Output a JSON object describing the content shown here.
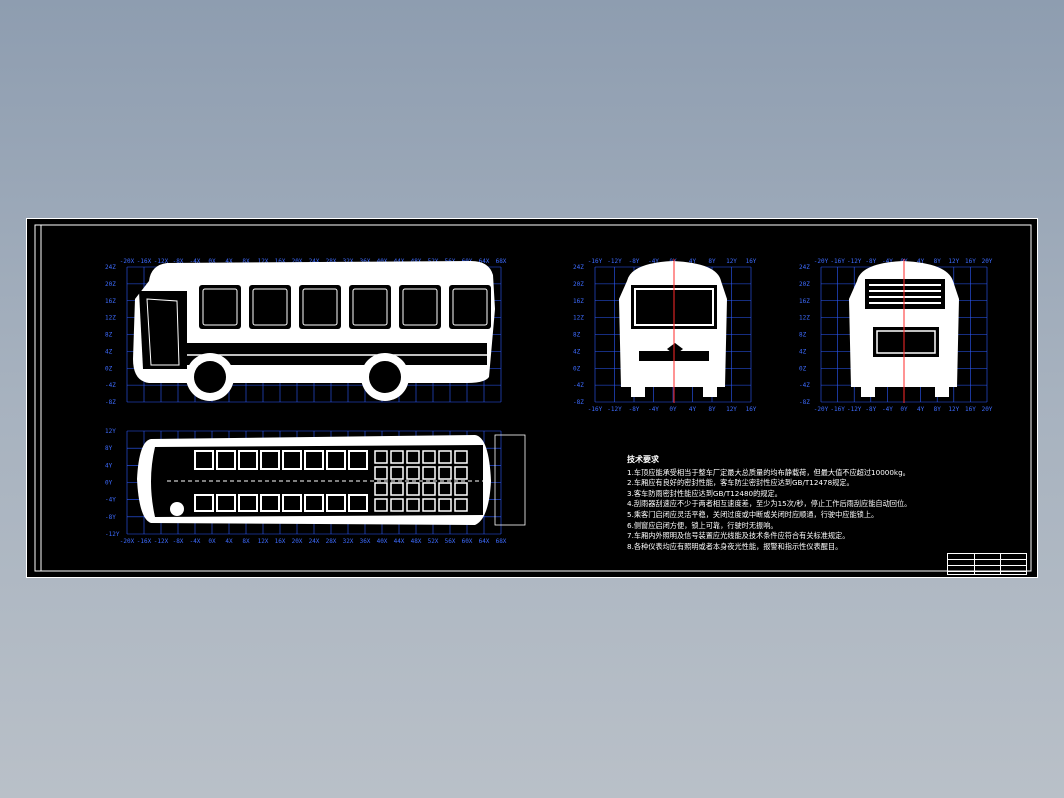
{
  "drawing": {
    "side_view": {
      "x_ticks": [
        "-20X",
        "-16X",
        "-12X",
        "-8X",
        "-4X",
        "0X",
        "4X",
        "8X",
        "12X",
        "16X",
        "20X",
        "24X",
        "28X",
        "32X",
        "36X",
        "40X",
        "44X",
        "48X",
        "52X",
        "56X",
        "60X",
        "64X",
        "68X"
      ],
      "z_ticks": [
        "24Z",
        "20Z",
        "16Z",
        "12Z",
        "8Z",
        "4Z",
        "0Z",
        "-4Z",
        "-8Z"
      ]
    },
    "plan_view": {
      "x_ticks": [
        "-20X",
        "-16X",
        "-12X",
        "-8X",
        "-4X",
        "0X",
        "4X",
        "8X",
        "12X",
        "16X",
        "20X",
        "24X",
        "28X",
        "32X",
        "36X",
        "40X",
        "44X",
        "48X",
        "52X",
        "56X",
        "60X",
        "64X",
        "68X"
      ],
      "y_ticks": [
        "12Y",
        "8Y",
        "4Y",
        "0Y",
        "-4Y",
        "-8Y",
        "-12Y"
      ]
    },
    "front_view": {
      "y_ticks": [
        "-16Y",
        "-12Y",
        "-8Y",
        "-4Y",
        "0Y",
        "4Y",
        "8Y",
        "12Y",
        "16Y"
      ],
      "z_ticks": [
        "24Z",
        "20Z",
        "16Z",
        "12Z",
        "8Z",
        "4Z",
        "0Z",
        "-4Z",
        "-8Z"
      ]
    },
    "rear_view": {
      "y_ticks": [
        "-20Y",
        "-16Y",
        "-12Y",
        "-8Y",
        "-4Y",
        "0Y",
        "4Y",
        "8Y",
        "12Y",
        "16Y",
        "20Y"
      ],
      "z_ticks": [
        "24Z",
        "20Z",
        "16Z",
        "12Z",
        "8Z",
        "4Z",
        "0Z",
        "-4Z",
        "-8Z"
      ]
    }
  },
  "notes": {
    "title": "技术要求",
    "items": [
      "1.车顶应能承受相当于整车厂定最大总质量的均布静载荷，但最大值不应超过10000kg。",
      "2.车厢应有良好的密封性能，客车防尘密封性应达到GB/T12478规定。",
      "3.客车防雨密封性能应达到GB/T12480的规定。",
      "4.刮雨器刮速应不少于两者相互速度差，至少为15次/秒，停止工作后雨刮应能自动回位。",
      "5.乘客门启闭应灵活平稳，关闭过度或中断或关闭时应顺通，行驶中应能锁上。",
      "6.侧窗应启闭方便，锁上可靠，行驶时无振响。",
      "7.车厢内外照明及信号装置应光线能及技术条件应符合有关标准规定。",
      "8.各种仪表均应有照明或者本身夜光性能，报警和指示性仪表醒目。"
    ]
  }
}
